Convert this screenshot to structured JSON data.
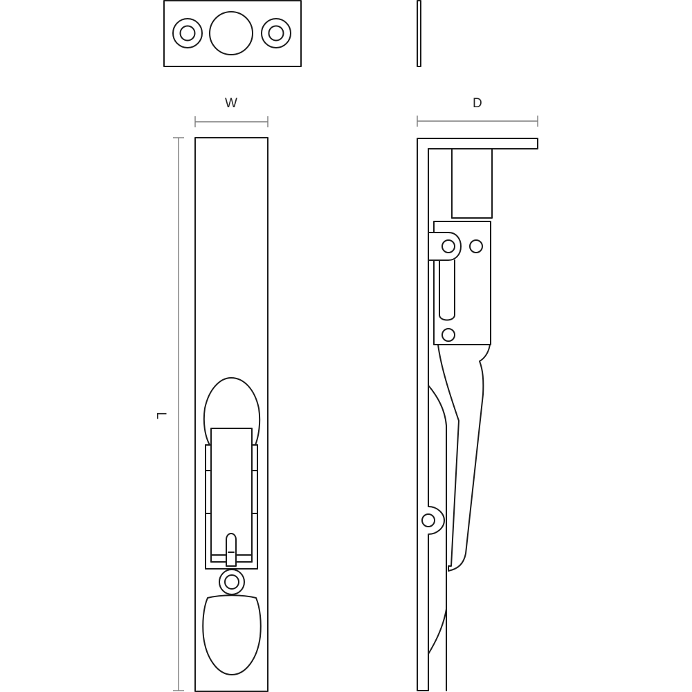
{
  "drawing": {
    "subject": "flush bolt technical drawing",
    "views": [
      "keep plate front view",
      "keep plate side view",
      "bolt front view",
      "bolt side view"
    ],
    "line_color": "#1a1a1a",
    "dimension_color": "#7a7a7a",
    "background": "#ffffff"
  },
  "dimensions": {
    "width_label": "W",
    "depth_label": "D",
    "length_label": "L"
  }
}
